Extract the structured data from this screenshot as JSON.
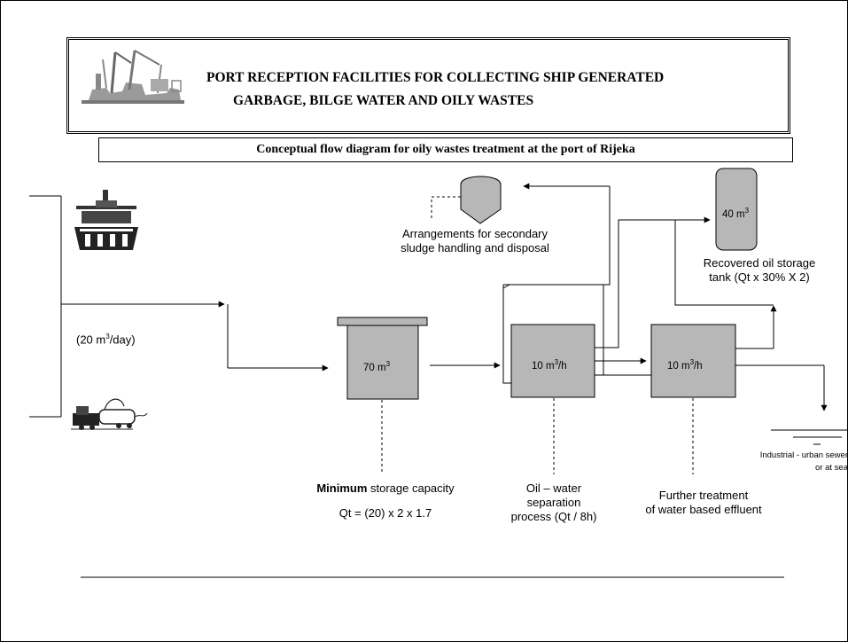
{
  "header": {
    "title_line1": "PORT RECEPTION FACILITIES FOR COLLECTING SHIP GENERATED",
    "title_line2": "GARBAGE, BILGE WATER AND OILY WASTES"
  },
  "subtitle": "Conceptual flow diagram for oily wastes treatment at the port of  Rijeka",
  "flow": {
    "input_rate": {
      "pre": "(20 m",
      "sup": "3",
      "post": "/day)"
    },
    "storage_tank": {
      "value": "70  m",
      "sup": "3"
    },
    "separator": {
      "value": "10 m",
      "sup": "3",
      "post": "/h"
    },
    "further_treatment": {
      "value": "10  m",
      "sup": "3",
      "post": "/h"
    },
    "recovered_tank": {
      "value": "40 m",
      "sup": "3"
    },
    "sludge_label_line1": "Arrangements for secondary",
    "sludge_label_line2": "sludge  handling and disposal",
    "recovered_label_line1": "Recovered oil storage",
    "recovered_label_line2": "tank  (Qt x 30% X 2)",
    "storage_label_bold": "Minimum",
    "storage_label_rest": "  storage capacity",
    "storage_formula": "Qt = (20) x 2 x 1.7",
    "separator_label_line1": "Oil – water",
    "separator_label_line2": "separation",
    "separator_label_line3": "process (Qt / 8h)",
    "further_label_line1": "Further treatment",
    "further_label_line2": "of water based effluent",
    "outlet_label_line1": "Industrial - urban sewer",
    "outlet_label_line2": "or at sea"
  },
  "colors": {
    "box_fill": "#b7b7b7",
    "stroke": "#000000"
  },
  "icons": {
    "ship": "ship-icon",
    "truck": "tanker-truck-icon",
    "logo": "port-cranes-logo"
  }
}
